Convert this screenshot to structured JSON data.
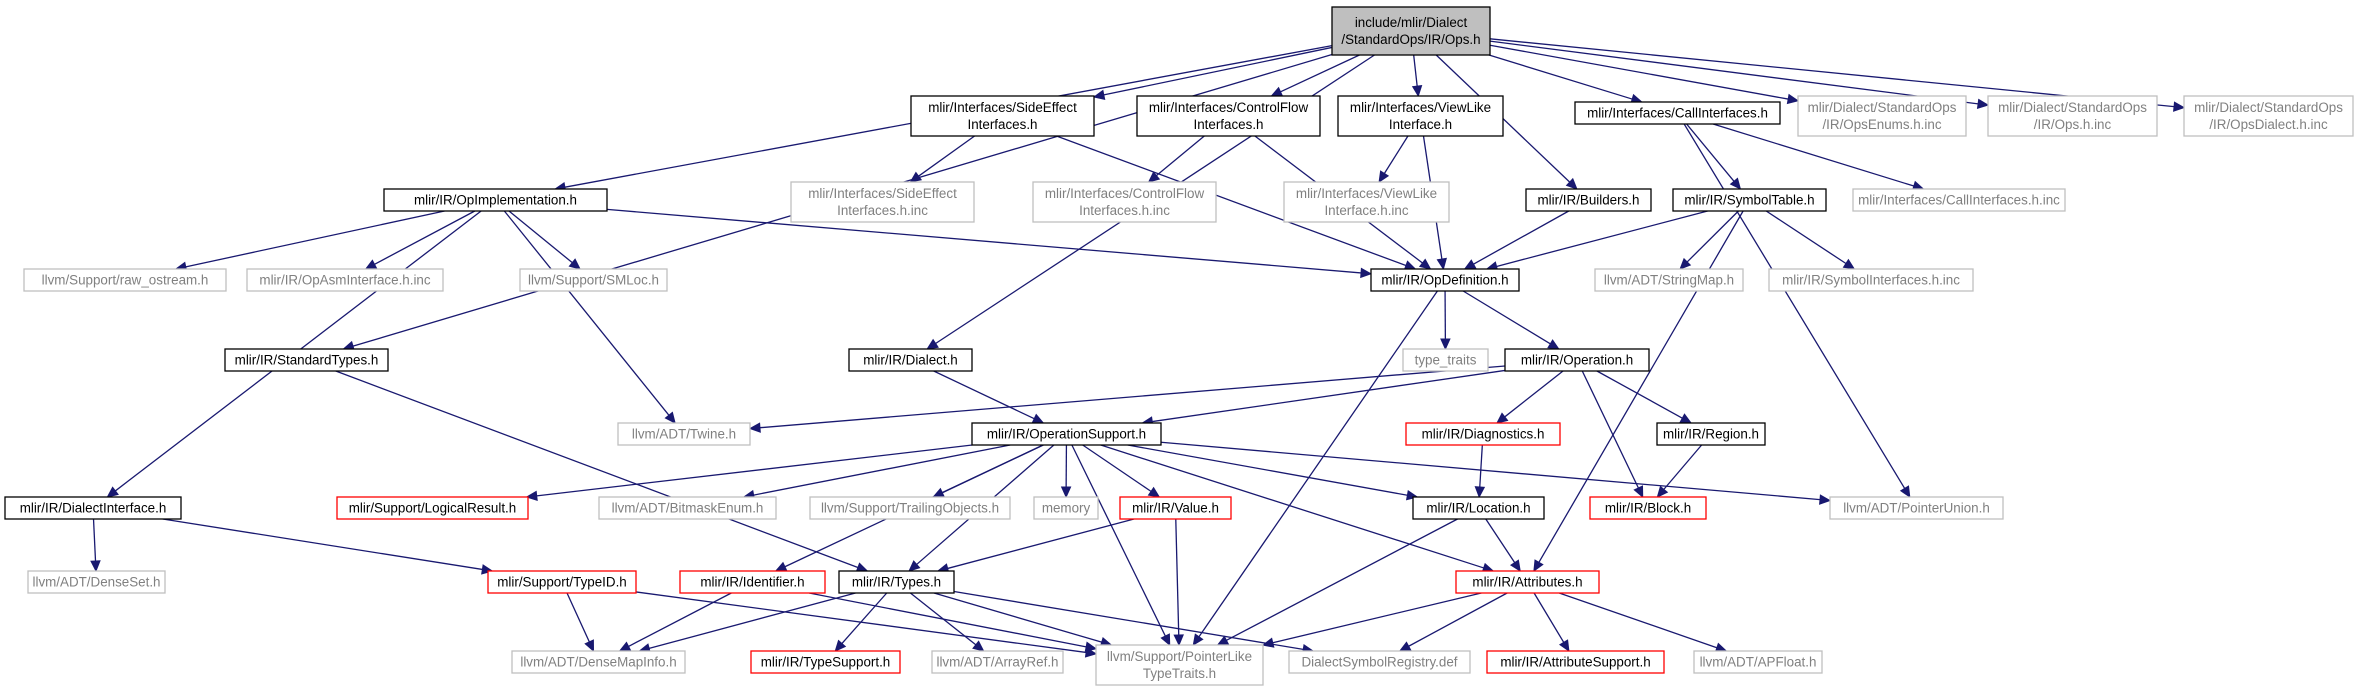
{
  "colors": {
    "edge": "#191970",
    "documented_border": "#000000",
    "undocumented_border": "#bfbfbf",
    "undocumented_text": "#808080",
    "truncated_border": "#ff0000",
    "root_fill": "#bfbfbf"
  },
  "nodes": [
    {
      "id": "ops_h",
      "lines": [
        "include/mlir/Dialect",
        "/StandardOps/IR/Ops.h"
      ],
      "style": "root"
    },
    {
      "id": "opimpl",
      "lines": [
        "mlir/IR/OpImplementation.h"
      ],
      "style": "black"
    },
    {
      "id": "stdtypes",
      "lines": [
        "mlir/IR/StandardTypes.h"
      ],
      "style": "black"
    },
    {
      "id": "se_if",
      "lines": [
        "mlir/Interfaces/SideEffect",
        "Interfaces.h"
      ],
      "style": "black"
    },
    {
      "id": "dialect",
      "lines": [
        "mlir/IR/Dialect.h"
      ],
      "style": "black"
    },
    {
      "id": "cf_if",
      "lines": [
        "mlir/Interfaces/ControlFlow",
        "Interfaces.h"
      ],
      "style": "black"
    },
    {
      "id": "vl_if",
      "lines": [
        "mlir/Interfaces/ViewLike",
        "Interface.h"
      ],
      "style": "black"
    },
    {
      "id": "builders",
      "lines": [
        "mlir/IR/Builders.h"
      ],
      "style": "black"
    },
    {
      "id": "call_if",
      "lines": [
        "mlir/Interfaces/CallInterfaces.h"
      ],
      "style": "black"
    },
    {
      "id": "opsenums",
      "lines": [
        "mlir/Dialect/StandardOps",
        "/IR/OpsEnums.h.inc"
      ],
      "style": "gray"
    },
    {
      "id": "opshinc",
      "lines": [
        "mlir/Dialect/StandardOps",
        "/IR/Ops.h.inc"
      ],
      "style": "gray"
    },
    {
      "id": "opsdialect",
      "lines": [
        "mlir/Dialect/StandardOps",
        "/IR/OpsDialect.h.inc"
      ],
      "style": "gray"
    },
    {
      "id": "se_inc",
      "lines": [
        "mlir/Interfaces/SideEffect",
        "Interfaces.h.inc"
      ],
      "style": "gray"
    },
    {
      "id": "cf_inc",
      "lines": [
        "mlir/Interfaces/ControlFlow",
        "Interfaces.h.inc"
      ],
      "style": "gray"
    },
    {
      "id": "vl_inc",
      "lines": [
        "mlir/Interfaces/ViewLike",
        "Interface.h.inc"
      ],
      "style": "gray"
    },
    {
      "id": "symtable",
      "lines": [
        "mlir/IR/SymbolTable.h"
      ],
      "style": "black"
    },
    {
      "id": "call_inc",
      "lines": [
        "mlir/Interfaces/CallInterfaces.h.inc"
      ],
      "style": "gray"
    },
    {
      "id": "raw_ostream",
      "lines": [
        "llvm/Support/raw_ostream.h"
      ],
      "style": "gray"
    },
    {
      "id": "opasm_inc",
      "lines": [
        "mlir/IR/OpAsmInterface.h.inc"
      ],
      "style": "gray"
    },
    {
      "id": "smloc",
      "lines": [
        "llvm/Support/SMLoc.h"
      ],
      "style": "gray"
    },
    {
      "id": "opdef",
      "lines": [
        "mlir/IR/OpDefinition.h"
      ],
      "style": "black"
    },
    {
      "id": "stringmap",
      "lines": [
        "llvm/ADT/StringMap.h"
      ],
      "style": "gray"
    },
    {
      "id": "symif_inc",
      "lines": [
        "mlir/IR/SymbolInterfaces.h.inc"
      ],
      "style": "gray"
    },
    {
      "id": "type_traits",
      "lines": [
        "type_traits"
      ],
      "style": "gray"
    },
    {
      "id": "operation",
      "lines": [
        "mlir/IR/Operation.h"
      ],
      "style": "black"
    },
    {
      "id": "twine",
      "lines": [
        "llvm/ADT/Twine.h"
      ],
      "style": "gray"
    },
    {
      "id": "opsupport",
      "lines": [
        "mlir/IR/OperationSupport.h"
      ],
      "style": "black"
    },
    {
      "id": "diagnostics",
      "lines": [
        "mlir/IR/Diagnostics.h"
      ],
      "style": "red"
    },
    {
      "id": "region",
      "lines": [
        "mlir/IR/Region.h"
      ],
      "style": "black"
    },
    {
      "id": "dialectif",
      "lines": [
        "mlir/IR/DialectInterface.h"
      ],
      "style": "black"
    },
    {
      "id": "logicalresult",
      "lines": [
        "mlir/Support/LogicalResult.h"
      ],
      "style": "red"
    },
    {
      "id": "bitmaskenum",
      "lines": [
        "llvm/ADT/BitmaskEnum.h"
      ],
      "style": "gray"
    },
    {
      "id": "trailingobj",
      "lines": [
        "llvm/Support/TrailingObjects.h"
      ],
      "style": "gray"
    },
    {
      "id": "memory",
      "lines": [
        "memory"
      ],
      "style": "gray"
    },
    {
      "id": "value",
      "lines": [
        "mlir/IR/Value.h"
      ],
      "style": "red"
    },
    {
      "id": "location",
      "lines": [
        "mlir/IR/Location.h"
      ],
      "style": "black"
    },
    {
      "id": "block",
      "lines": [
        "mlir/IR/Block.h"
      ],
      "style": "red"
    },
    {
      "id": "pointerunion",
      "lines": [
        "llvm/ADT/PointerUnion.h"
      ],
      "style": "gray"
    },
    {
      "id": "denseset",
      "lines": [
        "llvm/ADT/DenseSet.h"
      ],
      "style": "gray"
    },
    {
      "id": "typeid",
      "lines": [
        "mlir/Support/TypeID.h"
      ],
      "style": "red"
    },
    {
      "id": "identifier",
      "lines": [
        "mlir/IR/Identifier.h"
      ],
      "style": "red"
    },
    {
      "id": "types",
      "lines": [
        "mlir/IR/Types.h"
      ],
      "style": "black"
    },
    {
      "id": "attributes",
      "lines": [
        "mlir/IR/Attributes.h"
      ],
      "style": "red"
    },
    {
      "id": "densemapinfo",
      "lines": [
        "llvm/ADT/DenseMapInfo.h"
      ],
      "style": "gray"
    },
    {
      "id": "typesupport",
      "lines": [
        "mlir/IR/TypeSupport.h"
      ],
      "style": "red"
    },
    {
      "id": "arrayref",
      "lines": [
        "llvm/ADT/ArrayRef.h"
      ],
      "style": "gray"
    },
    {
      "id": "ptrliketraits",
      "lines": [
        "llvm/Support/PointerLike",
        "TypeTraits.h"
      ],
      "style": "gray"
    },
    {
      "id": "dialectsymreg",
      "lines": [
        "DialectSymbolRegistry.def"
      ],
      "style": "gray"
    },
    {
      "id": "attrsupport",
      "lines": [
        "mlir/IR/AttributeSupport.h"
      ],
      "style": "red"
    },
    {
      "id": "apfloat",
      "lines": [
        "llvm/ADT/APFloat.h"
      ],
      "style": "gray"
    }
  ],
  "edges": [
    [
      "ops_h",
      "opimpl"
    ],
    [
      "ops_h",
      "stdtypes"
    ],
    [
      "ops_h",
      "se_if"
    ],
    [
      "ops_h",
      "dialect"
    ],
    [
      "ops_h",
      "cf_if"
    ],
    [
      "ops_h",
      "vl_if"
    ],
    [
      "ops_h",
      "builders"
    ],
    [
      "ops_h",
      "call_if"
    ],
    [
      "ops_h",
      "opsenums"
    ],
    [
      "ops_h",
      "opshinc"
    ],
    [
      "ops_h",
      "opsdialect"
    ],
    [
      "se_if",
      "se_inc"
    ],
    [
      "se_if",
      "opdef"
    ],
    [
      "cf_if",
      "cf_inc"
    ],
    [
      "cf_if",
      "opdef"
    ],
    [
      "vl_if",
      "vl_inc"
    ],
    [
      "vl_if",
      "opdef"
    ],
    [
      "builders",
      "opdef"
    ],
    [
      "call_if",
      "symtable"
    ],
    [
      "call_if",
      "call_inc"
    ],
    [
      "call_if",
      "pointerunion"
    ],
    [
      "opimpl",
      "raw_ostream"
    ],
    [
      "opimpl",
      "opasm_inc"
    ],
    [
      "opimpl",
      "smloc"
    ],
    [
      "opimpl",
      "opdef"
    ],
    [
      "opimpl",
      "twine"
    ],
    [
      "opimpl",
      "dialectif"
    ],
    [
      "symtable",
      "opdef"
    ],
    [
      "symtable",
      "stringmap"
    ],
    [
      "symtable",
      "symif_inc"
    ],
    [
      "symtable",
      "attributes"
    ],
    [
      "opdef",
      "type_traits"
    ],
    [
      "opdef",
      "operation"
    ],
    [
      "opdef",
      "ptrliketraits"
    ],
    [
      "stdtypes",
      "types"
    ],
    [
      "dialect",
      "opsupport"
    ],
    [
      "operation",
      "twine"
    ],
    [
      "operation",
      "opsupport"
    ],
    [
      "operation",
      "diagnostics"
    ],
    [
      "operation",
      "region"
    ],
    [
      "operation",
      "block"
    ],
    [
      "diagnostics",
      "location"
    ],
    [
      "region",
      "block"
    ],
    [
      "opsupport",
      "logicalresult"
    ],
    [
      "opsupport",
      "bitmaskenum"
    ],
    [
      "opsupport",
      "trailingobj"
    ],
    [
      "opsupport",
      "memory"
    ],
    [
      "opsupport",
      "value"
    ],
    [
      "opsupport",
      "location"
    ],
    [
      "opsupport",
      "pointerunion"
    ],
    [
      "opsupport",
      "attributes"
    ],
    [
      "opsupport",
      "types"
    ],
    [
      "opsupport",
      "identifier"
    ],
    [
      "opsupport",
      "ptrliketraits"
    ],
    [
      "dialectif",
      "denseset"
    ],
    [
      "dialectif",
      "typeid"
    ],
    [
      "value",
      "types"
    ],
    [
      "value",
      "ptrliketraits"
    ],
    [
      "location",
      "attributes"
    ],
    [
      "location",
      "ptrliketraits"
    ],
    [
      "typeid",
      "densemapinfo"
    ],
    [
      "typeid",
      "ptrliketraits"
    ],
    [
      "identifier",
      "densemapinfo"
    ],
    [
      "identifier",
      "ptrliketraits"
    ],
    [
      "types",
      "densemapinfo"
    ],
    [
      "types",
      "typesupport"
    ],
    [
      "types",
      "arrayref"
    ],
    [
      "types",
      "ptrliketraits"
    ],
    [
      "types",
      "dialectsymreg"
    ],
    [
      "attributes",
      "ptrliketraits"
    ],
    [
      "attributes",
      "dialectsymreg"
    ],
    [
      "attributes",
      "attrsupport"
    ],
    [
      "attributes",
      "apfloat"
    ]
  ]
}
